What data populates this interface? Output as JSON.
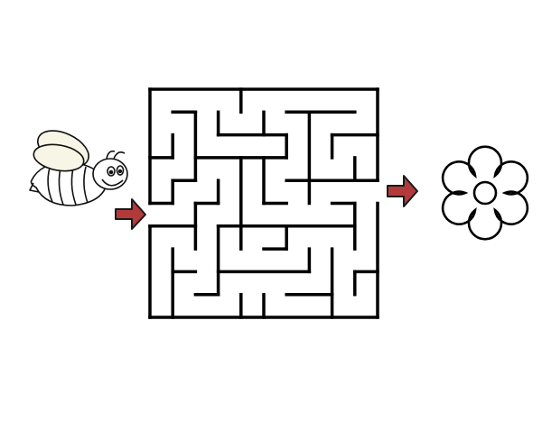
{
  "puzzle": {
    "type": "maze",
    "grid_size": [
      10,
      10
    ],
    "start_icon": "bee-icon",
    "goal_icon": "flower-icon"
  },
  "colors": {
    "wall": "#000000",
    "arrow_fill": "#b23a3a",
    "arrow_stroke": "#1a1a1a",
    "wing_fill": "#f7f6e6",
    "background": "#ffffff"
  }
}
